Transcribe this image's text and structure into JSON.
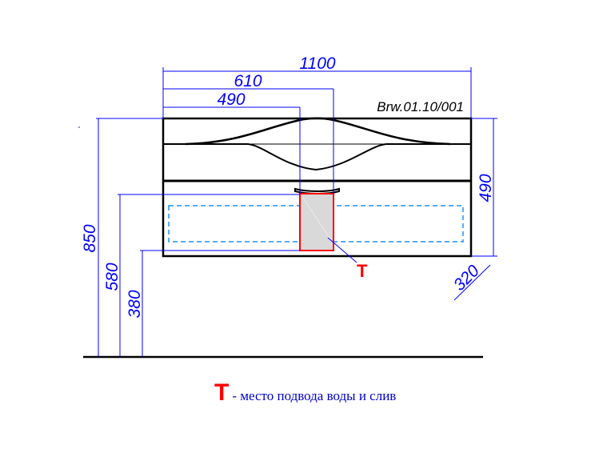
{
  "drawing": {
    "model_code": "Brw.01.10/001",
    "dimensions": {
      "total_width": "1100",
      "to_right_of_pipe_zone": "610",
      "to_left_of_pipe_zone": "490",
      "total_height": "850",
      "pipe_zone_top_height": "580",
      "pipe_zone_bottom_height": "380",
      "cabinet_height": "490",
      "depth": "320"
    },
    "pipe_marker": "T"
  },
  "legend": {
    "symbol": "T",
    "text": "- место подвода воды и слив"
  },
  "colors": {
    "dimension": "#0000ff",
    "pipe_zone": "#ff0000",
    "drawer_outline": "#1e90ff"
  }
}
